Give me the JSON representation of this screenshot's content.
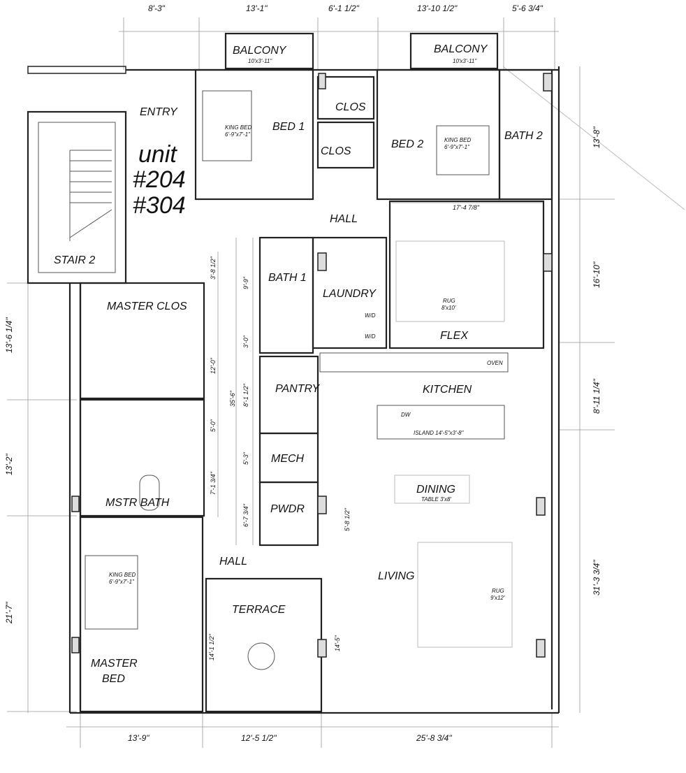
{
  "unit_label": {
    "line1": "unit",
    "line2": "#204",
    "line3": "#304"
  },
  "rooms": {
    "balcony1": "BALCONY",
    "balcony1_size": "10'x3'-11\"",
    "balcony2": "BALCONY",
    "balcony2_size": "10'x3'-11\"",
    "entry": "ENTRY",
    "bed1": "BED 1",
    "clos1": "CLOS",
    "clos2": "CLOS",
    "bed2": "BED 2",
    "bath2": "BATH 2",
    "hall_top": "HALL",
    "stair": "STAIR 2",
    "bath1": "BATH 1",
    "laundry": "LAUNDRY",
    "wd1": "W/D",
    "wd2": "W/D",
    "flex": "FLEX",
    "flex_rug": "RUG",
    "flex_rug_size": "8'x10'",
    "master_clos": "MASTER CLOS",
    "pantry": "PANTRY",
    "kitchen": "KITCHEN",
    "oven": "OVEN",
    "dw": "DW",
    "island": "ISLAND 14'-5\"x3'-8\"",
    "mech": "MECH",
    "mstr_bath": "MSTR BATH",
    "dining": "DINING",
    "table": "TABLE 3'x8'",
    "pwdr": "PWDR",
    "hall_bottom": "HALL",
    "living": "LIVING",
    "living_rug": "RUG",
    "living_rug_size": "9'x12'",
    "terrace": "TERRACE",
    "master_bed_1": "MASTER",
    "master_bed_2": "BED",
    "king_bed": "KING BED",
    "king_bed_size": "6'-9\"x7'-1\""
  },
  "dimensions": {
    "top": [
      "8'-3\"",
      "13'-1\"",
      "6'-1 1/2\"",
      "13'-10 1/2\"",
      "5'-6 3/4\""
    ],
    "bottom": [
      "13'-9\"",
      "12'-5 1/2\"",
      "25'-8 3/4\""
    ],
    "left": [
      "13'-6 1/4\"",
      "13'-2\"",
      "21'-7\""
    ],
    "right": [
      "13'-8\"",
      "16'-10\"",
      "8'-11 1/4\"",
      "31'-3 3/4\""
    ],
    "inner": {
      "flex_width": "17'-4 7/8\"",
      "mc_a": "3'-8 1/2\"",
      "mc_b": "12'-0\"",
      "mb_a": "5'-0\"",
      "mb_b": "7'-1 3/4\"",
      "total": "35'-6\"",
      "c_a": "9'-9\"",
      "c_b": "3'-0\"",
      "c_c": "8'-1 1/2\"",
      "c_d": "5'-3\"",
      "c_e": "6'-7 3/4\"",
      "pwdr_side": "5'-8 1/2\"",
      "terrace_h": "14'-1 1/2\"",
      "terrace_h2": "14'-5\""
    }
  }
}
